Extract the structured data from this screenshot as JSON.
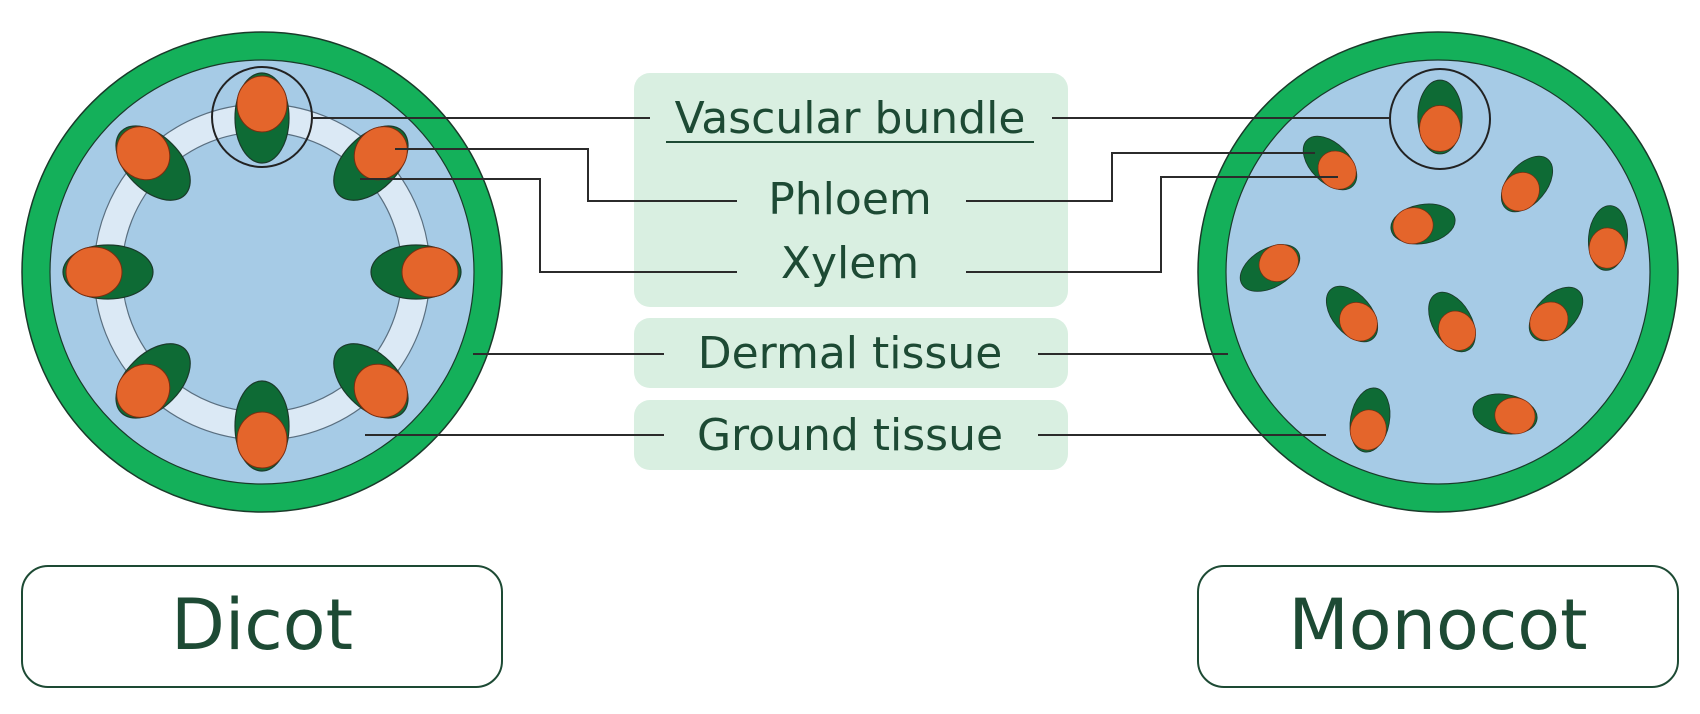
{
  "labels": {
    "vascular_bundle": "Vascular bundle",
    "phloem": "Phloem",
    "xylem": "Xylem",
    "dermal_tissue": "Dermal tissue",
    "ground_tissue": "Ground tissue"
  },
  "sections": {
    "dicot": "Dicot",
    "monocot": "Monocot"
  },
  "colors": {
    "dermal": "#14b05a",
    "ground": "#a6cbe6",
    "ring": "#dbe9f5",
    "phloem": "#0e6b35",
    "xylem": "#e4652b",
    "label_panel": "#d9efe1",
    "text": "#1d4a34"
  }
}
